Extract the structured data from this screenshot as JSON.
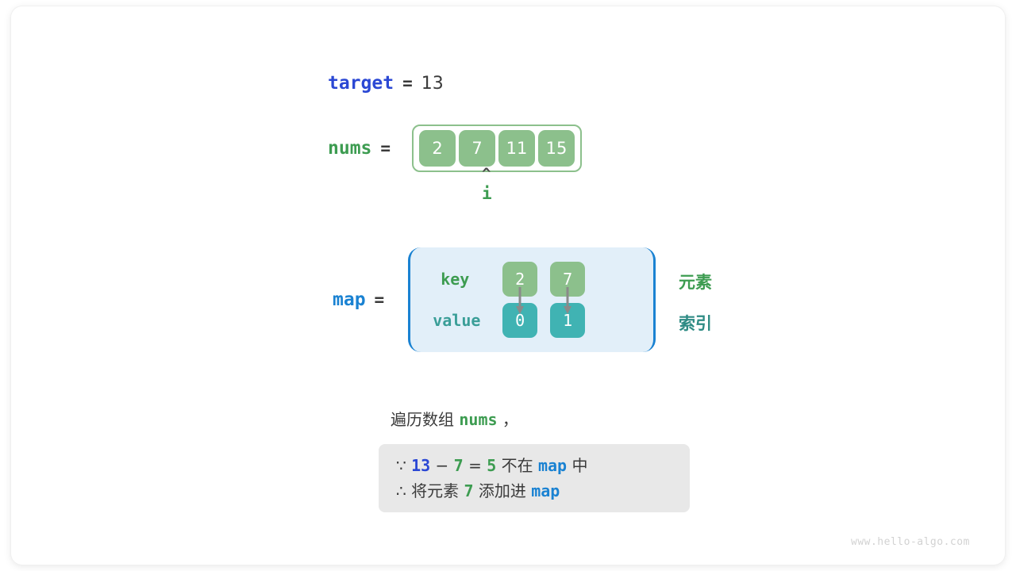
{
  "target": {
    "name": "target",
    "eq": "=",
    "value": "13"
  },
  "nums": {
    "name": "nums",
    "eq": "=",
    "cells": [
      "2",
      "7",
      "11",
      "15"
    ]
  },
  "pointer": {
    "caret": "^",
    "label": "i",
    "index": 1
  },
  "map": {
    "name": "map",
    "eq": "=",
    "key_label": "key",
    "value_label": "value",
    "keys": [
      "2",
      "7"
    ],
    "values": [
      "0",
      "1"
    ],
    "side_labels": {
      "element": "元素",
      "index": "索引"
    }
  },
  "caption": {
    "prefix": "遍历数组",
    "var": "nums",
    "suffix": "，"
  },
  "conclusion": {
    "line1": {
      "because": "∵",
      "a": "13",
      "minus": "−",
      "b": "7",
      "equals": "=",
      "result": "5",
      "text_mid": "不在",
      "map": "map",
      "text_end": "中"
    },
    "line2": {
      "therefore": "∴",
      "text_start": "将元素",
      "value": "7",
      "text_mid": "添加进",
      "map": "map"
    }
  },
  "watermark": "www.hello-algo.com",
  "colors": {
    "target_blue": "#2b48d4",
    "map_blue": "#1a82d2",
    "green": "#3d9c51",
    "cell_green": "#8cc08c",
    "teal": "#40b3b3",
    "teal_text": "#3a9e98",
    "map_bg": "#e2eff9",
    "box_gray": "#e8e8e8",
    "text_dark": "#3a3a3a"
  }
}
